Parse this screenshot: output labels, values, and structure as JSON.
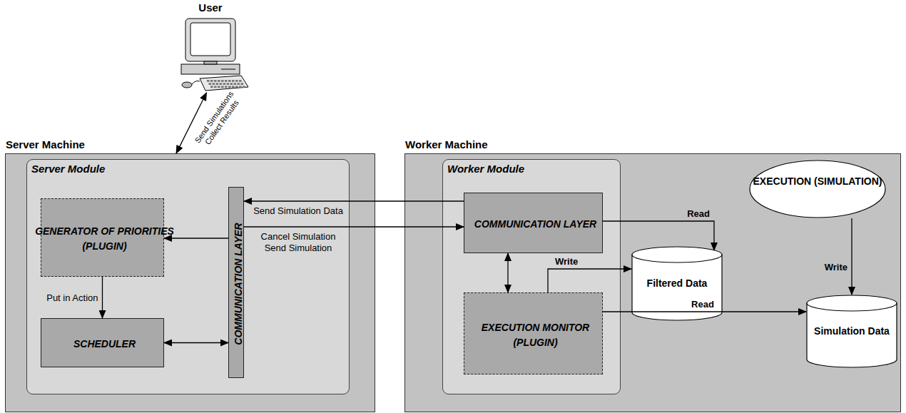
{
  "diagram": {
    "nodes": [
      {
        "text": [
          "User"
        ]
      },
      {
        "text": [
          "Server Machine"
        ]
      },
      {
        "text": [
          "Server Module"
        ],
        "in": 1
      },
      {
        "text": [
          "GENERATOR OF PRIORITIES",
          "(PLUGIN)"
        ],
        "in": 2
      },
      {
        "text": [
          "SCHEDULER"
        ],
        "in": 2
      },
      {
        "text": [
          "COMMUNICATION LAYER"
        ],
        "in": 2
      },
      {
        "text": [
          "Worker Machine"
        ]
      },
      {
        "text": [
          "Worker Module"
        ],
        "in": 6
      },
      {
        "text": [
          "COMMUNICATION LAYER"
        ],
        "in": 7
      },
      {
        "text": [
          "EXECUTION MONITOR",
          "(PLUGIN)"
        ],
        "in": 7
      },
      {
        "text": [
          "Filtered Data"
        ],
        "in": 6
      },
      {
        "text": [
          "EXECUTION (SIMULATION)"
        ],
        "in": 6
      },
      {
        "text": [
          "Simulation Data"
        ],
        "in": 6
      }
    ],
    "edges": [
      {
        "from": 0,
        "to": 1,
        "arrow": "both",
        "label": "Send Simulations Collect Results"
      },
      {
        "from": 8,
        "to": 5,
        "arrow": "to",
        "label": "Send Simulation Data"
      },
      {
        "from": 5,
        "to": 8,
        "arrow": "to",
        "label": "Cancel Simulation Send Simulation"
      },
      {
        "from": 5,
        "to": 3,
        "arrow": "to"
      },
      {
        "from": 3,
        "to": 4,
        "arrow": "to",
        "label": "Put in Action"
      },
      {
        "from": 4,
        "to": 5,
        "arrow": "both"
      },
      {
        "from": 8,
        "to": 9,
        "arrow": "both"
      },
      {
        "from": 8,
        "to": 10,
        "arrow": "to",
        "label": "Read"
      },
      {
        "from": 9,
        "to": 10,
        "arrow": "to",
        "label": "Write"
      },
      {
        "from": 9,
        "to": 12,
        "arrow": "to",
        "label": "Read"
      },
      {
        "from": 11,
        "to": 12,
        "arrow": "to",
        "label": "Write"
      }
    ]
  }
}
